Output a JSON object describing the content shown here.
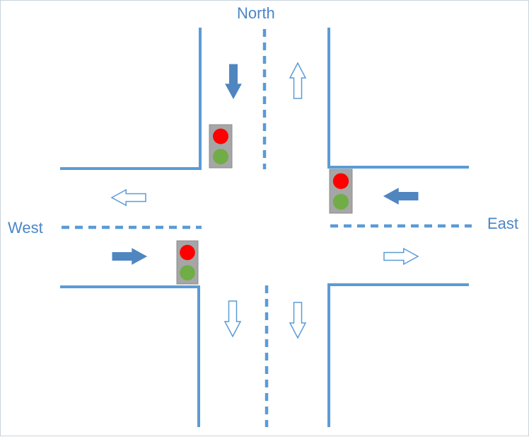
{
  "directions": {
    "north": "North",
    "west": "West",
    "east": "East"
  },
  "colors": {
    "road_line": "#5b9bd5",
    "arrow_solid": "#4f86c0",
    "arrow_outline": "#5b9bd5",
    "label_text": "#4a86c8",
    "light_housing": "#a6a6a6",
    "light_red": "#ff0000",
    "light_green": "#70ad47"
  },
  "traffic_lights": [
    {
      "approach": "north",
      "red": "on",
      "green": "on"
    },
    {
      "approach": "east",
      "red": "on",
      "green": "on"
    },
    {
      "approach": "west",
      "red": "on",
      "green": "on"
    }
  ],
  "arrows": [
    {
      "id": "north-inbound",
      "style": "solid",
      "direction": "down"
    },
    {
      "id": "north-outbound",
      "style": "outline",
      "direction": "up"
    },
    {
      "id": "east-inbound",
      "style": "solid",
      "direction": "left"
    },
    {
      "id": "east-outbound",
      "style": "outline",
      "direction": "right"
    },
    {
      "id": "west-outbound",
      "style": "outline",
      "direction": "left"
    },
    {
      "id": "west-inbound",
      "style": "solid",
      "direction": "right"
    },
    {
      "id": "south-left-lane",
      "style": "outline",
      "direction": "down"
    },
    {
      "id": "south-right-lane",
      "style": "outline",
      "direction": "down"
    }
  ]
}
